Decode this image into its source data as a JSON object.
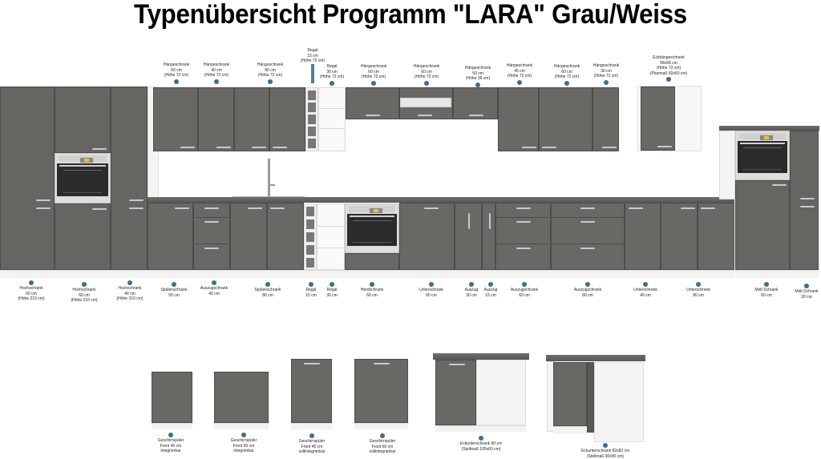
{
  "title": "Typenübersicht Programm \"LARA\" Grau/Weiss",
  "colors": {
    "front_grey": "#6a6865",
    "carcass_white": "#f4f4f4",
    "countertop": "#626160",
    "label_arrow": "#3f6d8c"
  },
  "top_labels": [
    {
      "name": "Hängeschrank",
      "size": "50 cm",
      "height": "(Höhe 72 cm)"
    },
    {
      "name": "Hängeschrank",
      "size": "40 cm",
      "height": "(Höhe 72 cm)"
    },
    {
      "name": "Hängeschrank",
      "size": "80 cm",
      "height": "(Höhe 72 cm)"
    },
    {
      "name": "Regal",
      "size": "15 cm",
      "height": "(Höhe 72 cm)"
    },
    {
      "name": "Regal",
      "size": "30 cm",
      "height": "(Höhe 72 cm)"
    },
    {
      "name": "Hängeschrank",
      "size": "60 cm",
      "height": "(Höhe 72 cm)"
    },
    {
      "name": "Hängeschrank",
      "size": "60 cm",
      "height": "(Höhe 72 cm)"
    },
    {
      "name": "Hängeschrank",
      "size": "50 cm",
      "height": "(Höhe 36 cm)"
    },
    {
      "name": "Hängeschrank",
      "size": "45 cm",
      "height": "(Höhe 72 cm)"
    },
    {
      "name": "Hängeschrank",
      "size": "60 cm",
      "height": "(Höhe 72 cm)"
    },
    {
      "name": "Hängeschrank",
      "size": "30 cm",
      "height": "(Höhe 72 cm)"
    },
    {
      "name": "Eckhängeschrank",
      "size": "58x58 cm",
      "height": "(Höhe 72 cm)",
      "extra": "(Planmaß 60x60 cm)"
    }
  ],
  "bottom_labels": [
    {
      "name": "Hochschrank",
      "size": "60 cm",
      "height": "(Höhe 210 cm)"
    },
    {
      "name": "Hochschrank",
      "size": "60 cm",
      "height": "(Höhe 210 cm)"
    },
    {
      "name": "Hochschrank",
      "size": "40 cm",
      "height": "(Höhe 210 cm)"
    },
    {
      "name": "Spülenschrank",
      "size": "50 cm"
    },
    {
      "name": "Auszugschrank",
      "size": "40 cm"
    },
    {
      "name": "Spülenschrank",
      "size": "80 cm"
    },
    {
      "name": "Regal",
      "size": "15 cm"
    },
    {
      "name": "Regal",
      "size": "30 cm"
    },
    {
      "name": "Herdschrank",
      "size": "60 cm"
    },
    {
      "name": "Unterschrank",
      "size": "60 cm"
    },
    {
      "name": "Auszug",
      "size": "30 cm"
    },
    {
      "name": "Auszug",
      "size": "15 cm"
    },
    {
      "name": "Auszugschrank",
      "size": "60 cm"
    },
    {
      "name": "Auszugschrank",
      "size": "80 cm"
    },
    {
      "name": "Unterschrank",
      "size": "40 cm"
    },
    {
      "name": "Unterschrank",
      "size": "80 cm"
    },
    {
      "name": "Midi-Schrank",
      "size": "60 cm"
    },
    {
      "name": "Midi-Schrank",
      "size": "30 cm"
    }
  ],
  "extras": [
    {
      "name": "Geschirrspüler",
      "line2": "Front 45 cm",
      "line3": "integrierbar"
    },
    {
      "name": "Geschirrspüler",
      "line2": "Front 60 cm",
      "line3": "integrierbar"
    },
    {
      "name": "Geschirrspüler",
      "line2": "Front 45 cm",
      "line3": "vollintegrierbar"
    },
    {
      "name": "Geschirrspüler",
      "line2": "Front 60 cm",
      "line3": "vollintegrierbar"
    },
    {
      "name": "Eckunterschrank 90 cm",
      "line2": "(Stellmaß 105x60 cm)"
    },
    {
      "name": "Eckunterschrank 82x82 cm",
      "line2": "(Stellmaß 90x90 cm)"
    }
  ]
}
